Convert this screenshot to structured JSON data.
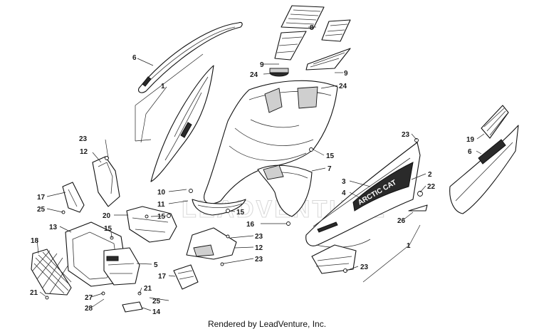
{
  "watermark_text": "LEADVENTURE",
  "decal_text": "ARCTIC CAT",
  "footer_text": "Rendered by LeadVenture, Inc.",
  "callouts": [
    {
      "id": "c-8",
      "text": "8"
    },
    {
      "id": "c-6a",
      "text": "6"
    },
    {
      "id": "c-9a",
      "text": "9"
    },
    {
      "id": "c-9b",
      "text": "9"
    },
    {
      "id": "c-24a",
      "text": "24"
    },
    {
      "id": "c-24b",
      "text": "24"
    },
    {
      "id": "c-1a",
      "text": "1"
    },
    {
      "id": "c-23a",
      "text": "23"
    },
    {
      "id": "c-12a",
      "text": "12"
    },
    {
      "id": "c-17a",
      "text": "17"
    },
    {
      "id": "c-25a",
      "text": "25"
    },
    {
      "id": "c-10",
      "text": "10"
    },
    {
      "id": "c-11",
      "text": "11"
    },
    {
      "id": "c-20",
      "text": "20"
    },
    {
      "id": "c-15a",
      "text": "15"
    },
    {
      "id": "c-15b",
      "text": "15"
    },
    {
      "id": "c-15c",
      "text": "15"
    },
    {
      "id": "c-15d",
      "text": "15"
    },
    {
      "id": "c-16",
      "text": "16"
    },
    {
      "id": "c-7",
      "text": "7"
    },
    {
      "id": "c-13",
      "text": "13"
    },
    {
      "id": "c-18",
      "text": "18"
    },
    {
      "id": "c-23b",
      "text": "23"
    },
    {
      "id": "c-12b",
      "text": "12"
    },
    {
      "id": "c-23c",
      "text": "23"
    },
    {
      "id": "c-5",
      "text": "5"
    },
    {
      "id": "c-17b",
      "text": "17"
    },
    {
      "id": "c-21a",
      "text": "21"
    },
    {
      "id": "c-21b",
      "text": "21"
    },
    {
      "id": "c-27",
      "text": "27"
    },
    {
      "id": "c-28",
      "text": "28"
    },
    {
      "id": "c-25b",
      "text": "25"
    },
    {
      "id": "c-14",
      "text": "14"
    },
    {
      "id": "c-23d",
      "text": "23"
    },
    {
      "id": "c-3",
      "text": "3"
    },
    {
      "id": "c-4",
      "text": "4"
    },
    {
      "id": "c-2",
      "text": "2"
    },
    {
      "id": "c-22",
      "text": "22"
    },
    {
      "id": "c-26",
      "text": "26"
    },
    {
      "id": "c-1b",
      "text": "1"
    },
    {
      "id": "c-23e",
      "text": "23"
    },
    {
      "id": "c-19",
      "text": "19"
    },
    {
      "id": "c-6b",
      "text": "6"
    }
  ]
}
